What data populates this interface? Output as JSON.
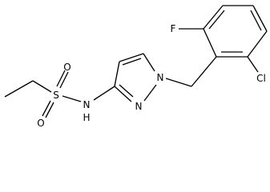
{
  "molecule": {
    "atoms": {
      "oxygen_top": "O",
      "oxygen_bottom": "O",
      "sulfur": "S",
      "nitrogen_amide": "N",
      "hydrogen_amide": "H",
      "nitrogen_ring_bottom": "N",
      "nitrogen_ring_top": "N",
      "fluorine": "F",
      "chlorine": "Cl"
    }
  }
}
